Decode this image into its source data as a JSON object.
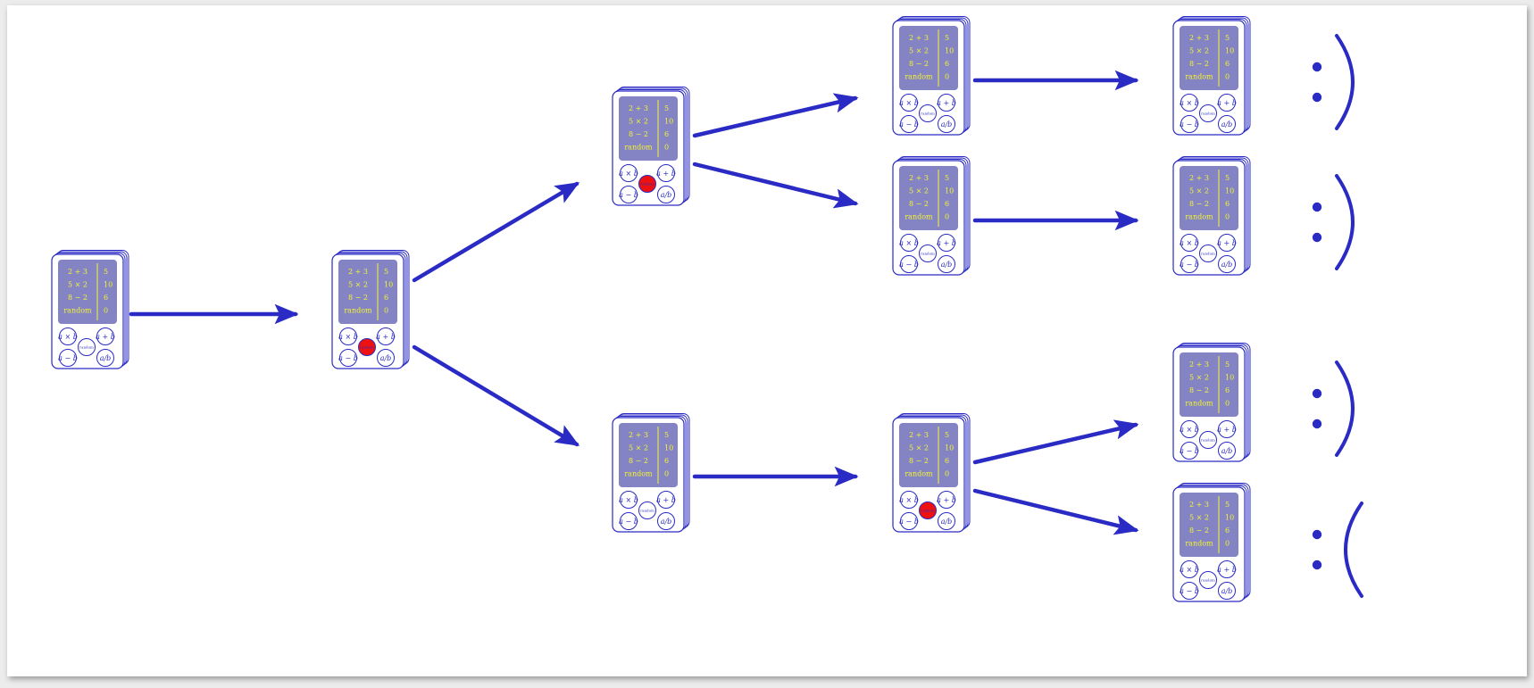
{
  "colors": {
    "ink": "#2a2ac4",
    "screen": "#8484c4",
    "screen_text": "#f4f434",
    "pressed": "#ee1111",
    "paper": "#ffffff",
    "background": "#ececec"
  },
  "calculator": {
    "screen_rows": [
      {
        "expr": "2 + 3",
        "value": "5"
      },
      {
        "expr": "5 × 2",
        "value": "10"
      },
      {
        "expr": "8 − 2",
        "value": "6"
      },
      {
        "expr": "random",
        "value": "0"
      }
    ],
    "buttons": {
      "top_left": "a × b",
      "top_right": "a + b",
      "center": "random",
      "bottom_left": "a − b",
      "bottom_right": "a/b"
    }
  },
  "outcomes": [
    {
      "face": "happy",
      "text": ":)"
    },
    {
      "face": "happy",
      "text": ":)"
    },
    {
      "face": "happy",
      "text": ":)"
    },
    {
      "face": "sad",
      "text": ":("
    }
  ],
  "nodes": [
    {
      "id": "start",
      "center_pressed": false
    },
    {
      "id": "step1",
      "center_pressed": true
    },
    {
      "id": "branch-upper",
      "center_pressed": true
    },
    {
      "id": "branch-lower",
      "center_pressed": false
    },
    {
      "id": "upper-a",
      "center_pressed": false
    },
    {
      "id": "upper-b",
      "center_pressed": false
    },
    {
      "id": "lower-mid",
      "center_pressed": true
    },
    {
      "id": "leaf-1",
      "center_pressed": false
    },
    {
      "id": "leaf-2",
      "center_pressed": false
    },
    {
      "id": "leaf-3",
      "center_pressed": false
    },
    {
      "id": "leaf-4",
      "center_pressed": false
    }
  ]
}
